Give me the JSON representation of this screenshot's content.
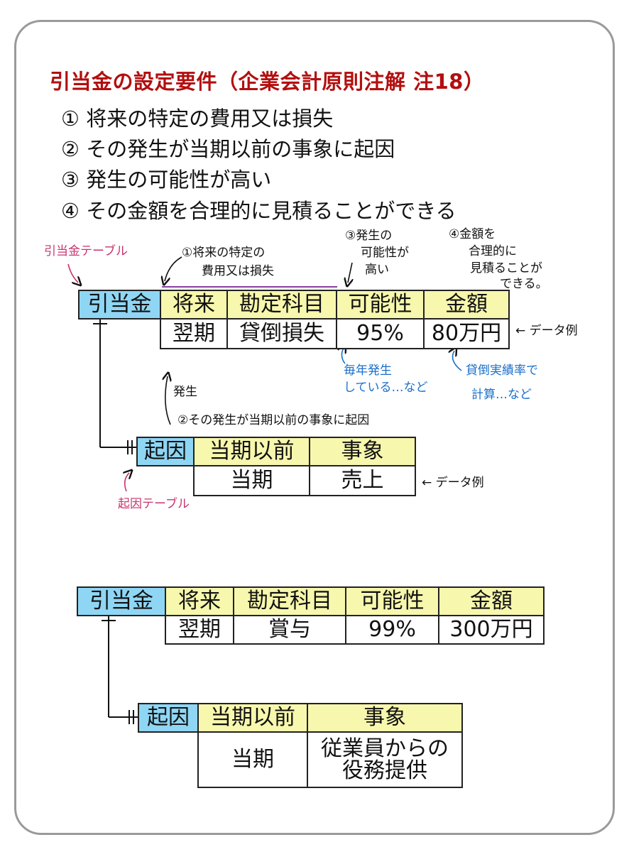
{
  "title": "引当金の設定要件（企業会計原則注解 注18）",
  "requirements": [
    "① 将来の特定の費用又は損失",
    "② その発生が当期以前の事象に起因",
    "③ 発生の可能性が高い",
    "④ その金額を合理的に見積ることができる"
  ],
  "diagram1": {
    "provision_table": {
      "name": "引当金",
      "headers": [
        "将来",
        "勘定科目",
        "可能性",
        "金額"
      ],
      "row": [
        "翌期",
        "貸倒損失",
        "95%",
        "80万円"
      ]
    },
    "cause_table": {
      "name": "起因",
      "headers": [
        "当期以前",
        "事象"
      ],
      "row": [
        "当期",
        "売上"
      ]
    },
    "notes": {
      "provision_label": "引当金テーブル",
      "cause_label": "起因テーブル",
      "note1_line1": "①将来の特定の",
      "note1_line2": "費用又は損失",
      "note3_line1": "③発生の",
      "note3_line2": "可能性が",
      "note3_line3": "高い",
      "note4_line1": "④金額を",
      "note4_line2": "合理的に",
      "note4_line3": "見積ることが",
      "note4_line4": "できる。",
      "data_example_1": "← データ例",
      "data_example_2": "← データ例",
      "hassei": "発生",
      "note2": "②その発生が当期以前の事象に起因",
      "blue_note1_line1": "毎年発生",
      "blue_note1_line2": "している…など",
      "blue_note2_line1": "貸倒実績率で",
      "blue_note2_line2": "計算…など"
    }
  },
  "diagram2": {
    "provision_table": {
      "name": "引当金",
      "headers": [
        "将来",
        "勘定科目",
        "可能性",
        "金額"
      ],
      "row": [
        "翌期",
        "賞与",
        "99%",
        "300万円"
      ]
    },
    "cause_table": {
      "name": "起因",
      "headers": [
        "当期以前",
        "事象"
      ],
      "row_period": "当期",
      "row_event_line1": "従業員からの",
      "row_event_line2": "役務提供"
    }
  }
}
